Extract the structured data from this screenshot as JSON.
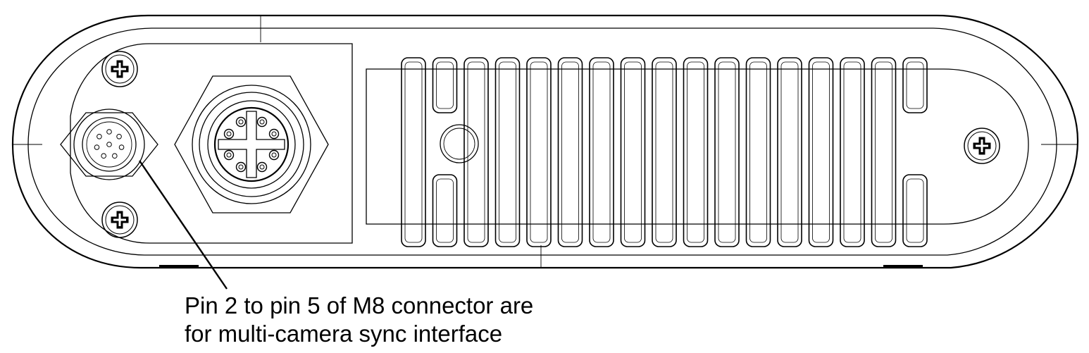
{
  "diagram": {
    "caption_lines": [
      "Pin 2 to pin 5 of M8 connector are",
      "for multi-camera sync interface"
    ],
    "parts": {
      "screws": [
        "screw-top-left",
        "screw-bottom-left",
        "screw-right"
      ],
      "connectors": [
        "m8-connector",
        "m12-connector"
      ],
      "fins_top_row": 17,
      "fins_bottom_row": 17
    },
    "colors": {
      "line": "#000000",
      "background": "#ffffff"
    }
  }
}
